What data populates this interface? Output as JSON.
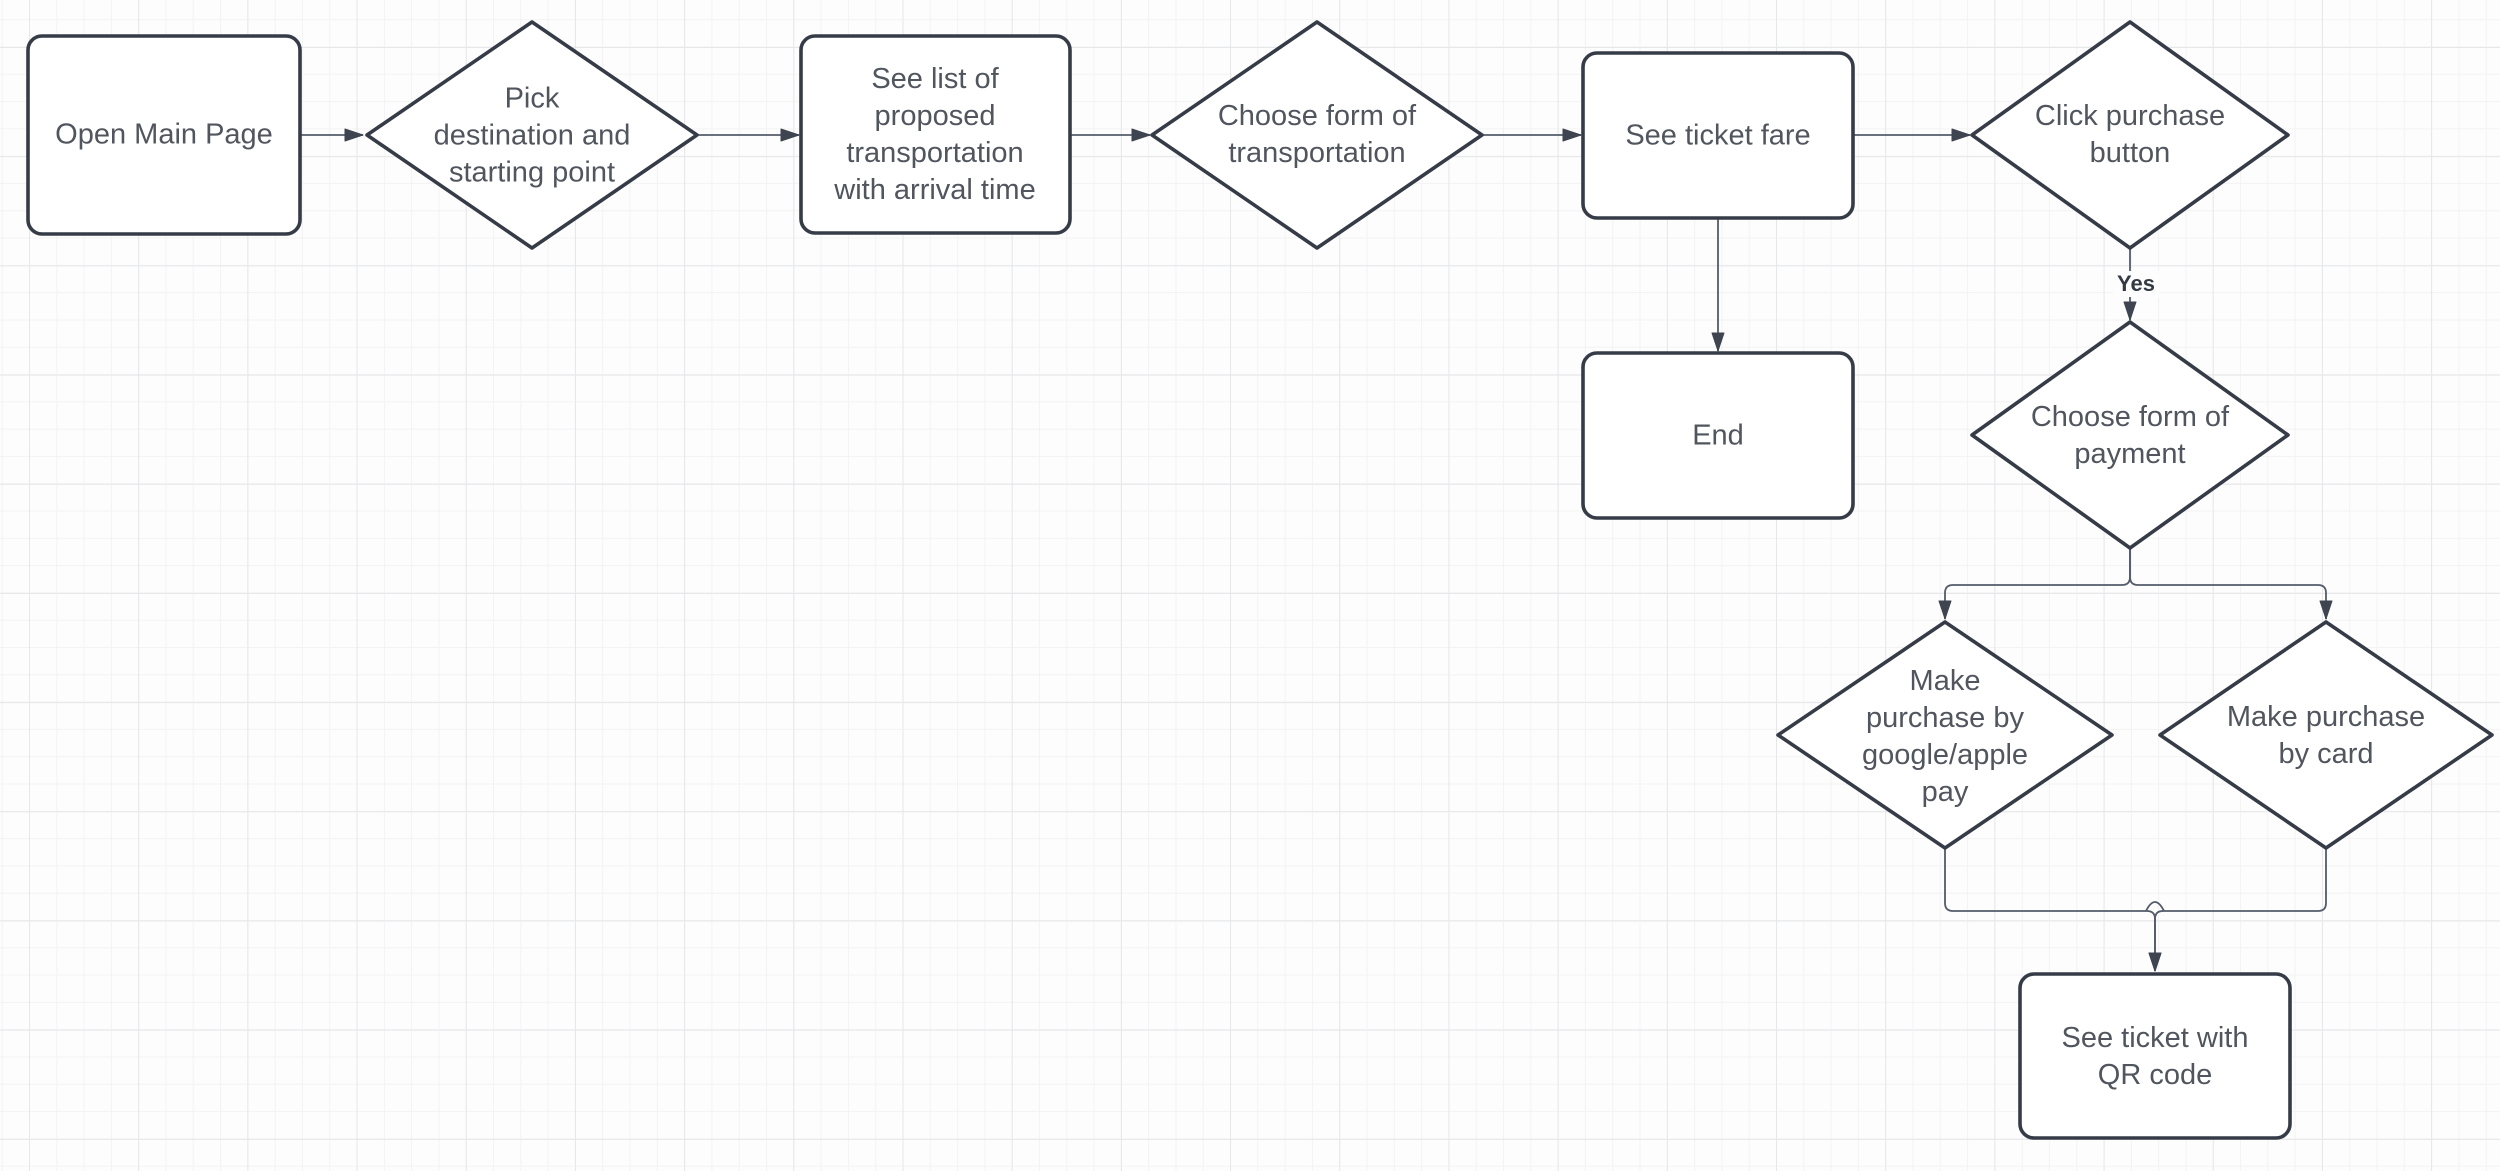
{
  "canvas": {
    "background": "#fdfdfd",
    "grid_minor_color": "#f3f3f4",
    "grid_major_color": "#e6e7e9",
    "shape_fill": "#ffffff",
    "shape_stroke": "#363c47",
    "text_color": "#50555e",
    "edge_color": "#545b69",
    "arrowhead_color": "#3e4450"
  },
  "nodes": [
    {
      "id": "open-main-page",
      "shape": "rounded-rectangle",
      "label": "Open Main Page"
    },
    {
      "id": "pick-destination",
      "shape": "diamond",
      "label": "Pick\ndestination and\nstarting point"
    },
    {
      "id": "see-list",
      "shape": "rounded-rectangle",
      "label": "See list of\nproposed\ntransportation\nwith arrival time"
    },
    {
      "id": "choose-transportation",
      "shape": "diamond",
      "label": "Choose form of\ntransportation"
    },
    {
      "id": "see-ticket-fare",
      "shape": "rounded-rectangle",
      "label": "See ticket fare"
    },
    {
      "id": "click-purchase",
      "shape": "diamond",
      "label": "Click purchase\nbutton"
    },
    {
      "id": "end",
      "shape": "rounded-rectangle",
      "label": "End"
    },
    {
      "id": "choose-payment",
      "shape": "diamond",
      "label": "Choose form of\npayment"
    },
    {
      "id": "purchase-google-apple",
      "shape": "diamond",
      "label": "Make\npurchase by\ngoogle/apple\npay"
    },
    {
      "id": "purchase-card",
      "shape": "diamond",
      "label": "Make purchase\nby card"
    },
    {
      "id": "see-ticket-qr",
      "shape": "rounded-rectangle",
      "label": "See ticket with\nQR code"
    }
  ],
  "edges": [
    {
      "id": "open-to-pick",
      "from": "open-main-page",
      "to": "pick-destination",
      "label": ""
    },
    {
      "id": "pick-to-list",
      "from": "pick-destination",
      "to": "see-list",
      "label": ""
    },
    {
      "id": "list-to-choose-transport",
      "from": "see-list",
      "to": "choose-transportation",
      "label": ""
    },
    {
      "id": "choose-transport-to-fare",
      "from": "choose-transportation",
      "to": "see-ticket-fare",
      "label": ""
    },
    {
      "id": "fare-to-click-purchase",
      "from": "see-ticket-fare",
      "to": "click-purchase",
      "label": ""
    },
    {
      "id": "fare-to-end",
      "from": "see-ticket-fare",
      "to": "end",
      "label": ""
    },
    {
      "id": "click-purchase-to-payment",
      "from": "click-purchase",
      "to": "choose-payment",
      "label": "Yes"
    },
    {
      "id": "payment-to-google-apple",
      "from": "choose-payment",
      "to": "purchase-google-apple",
      "label": ""
    },
    {
      "id": "payment-to-card",
      "from": "choose-payment",
      "to": "purchase-card",
      "label": ""
    },
    {
      "id": "google-apple-to-qr",
      "from": "purchase-google-apple",
      "to": "see-ticket-qr",
      "label": ""
    },
    {
      "id": "card-to-qr",
      "from": "purchase-card",
      "to": "see-ticket-qr",
      "label": ""
    }
  ]
}
